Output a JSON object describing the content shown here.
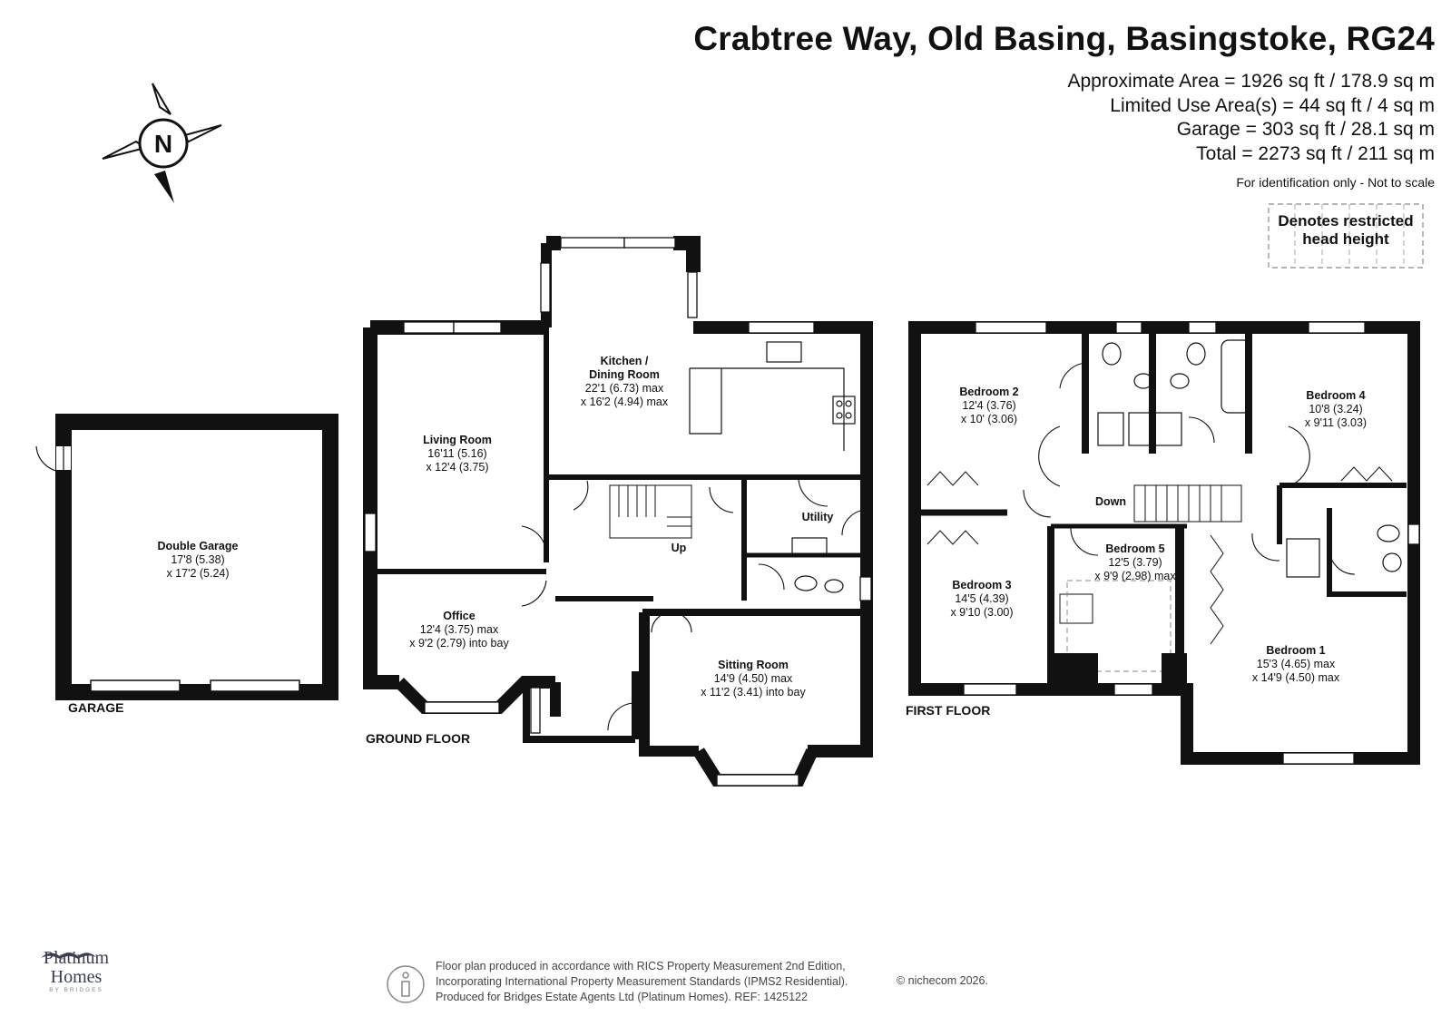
{
  "header": {
    "title": "Crabtree Way, Old Basing, Basingstoke, RG24",
    "areas": [
      "Approximate Area = 1926 sq ft / 178.9 sq m",
      "Limited Use Area(s) = 44 sq ft / 4 sq m",
      "Garage = 303 sq ft / 28.1 sq m",
      "Total = 2273 sq ft / 211 sq m"
    ],
    "note": "For identification only - Not to scale"
  },
  "legend": {
    "line1": "Denotes restricted",
    "line2": "head height"
  },
  "compass": {
    "label": "N"
  },
  "floors": {
    "garage": "GARAGE",
    "ground": "GROUND FLOOR",
    "first": "FIRST FLOOR"
  },
  "rooms": {
    "garage": {
      "name": "Double Garage",
      "dim1": "17'8 (5.38)",
      "dim2": "x 17'2 (5.24)"
    },
    "living": {
      "name": "Living Room",
      "dim1": "16'11 (5.16)",
      "dim2": "x 12'4 (3.75)"
    },
    "kitchen": {
      "name1": "Kitchen /",
      "name2": "Dining Room",
      "dim1": "22'1 (6.73) max",
      "dim2": "x 16'2 (4.94) max"
    },
    "utility": {
      "name": "Utility"
    },
    "office": {
      "name": "Office",
      "dim1": "12'4 (3.75) max",
      "dim2": "x 9'2 (2.79) into bay"
    },
    "sitting": {
      "name": "Sitting Room",
      "dim1": "14'9 (4.50) max",
      "dim2": "x 11'2 (3.41) into bay"
    },
    "bed2": {
      "name": "Bedroom 2",
      "dim1": "12'4 (3.76)",
      "dim2": "x 10' (3.06)"
    },
    "bed4": {
      "name": "Bedroom 4",
      "dim1": "10'8 (3.24)",
      "dim2": "x 9'11 (3.03)"
    },
    "bed3": {
      "name": "Bedroom 3",
      "dim1": "14'5 (4.39)",
      "dim2": "x 9'10 (3.00)"
    },
    "bed5": {
      "name": "Bedroom 5",
      "dim1": "12'5 (3.79)",
      "dim2": "x 9'9 (2.98) max"
    },
    "bed1": {
      "name": "Bedroom 1",
      "dim1": "15'3 (4.65) max",
      "dim2": "x 14'9 (4.50) max"
    }
  },
  "stairs": {
    "up": "Up",
    "down": "Down"
  },
  "footer": {
    "line1": "Floor plan produced in accordance with RICS Property Measurement 2nd Edition,",
    "line2": "Incorporating International Property Measurement Standards (IPMS2 Residential).",
    "line3": "Produced for Bridges Estate Agents Ltd (Platinum Homes).    REF: 1425122",
    "copyright": "© nichecom 2026."
  },
  "brand": {
    "name1": "Platinum",
    "name2": "Homes",
    "sub": "BY BRIDGES"
  }
}
